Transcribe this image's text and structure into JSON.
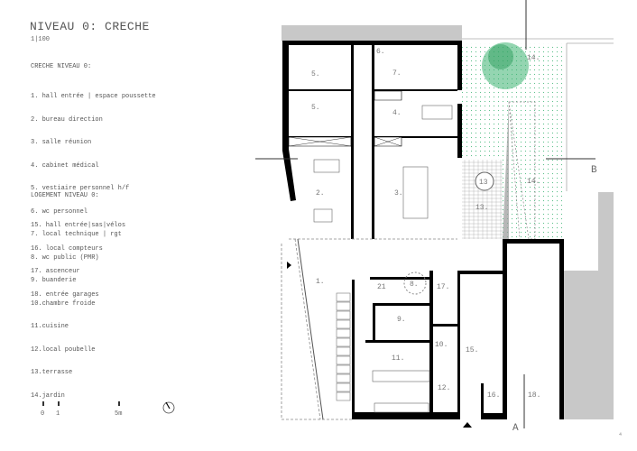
{
  "header": {
    "title": "NIVEAU 0: CRECHE",
    "scale": "1|100"
  },
  "legend": {
    "creche_heading": "CRECHE NIVEAU 0:",
    "creche_items": [
      "1. hall entrée | espace poussette",
      "2. bureau direction",
      "3. salle réunion",
      "4. cabinet médical",
      "5. vestiaire personnel h/f",
      "6. wc personnel",
      "7. local technique | rgt",
      "8. wc public (PMR)",
      "9. buanderie",
      "10.chambre froide",
      "11.cuisine",
      "12.local poubelle",
      "13.terrasse",
      "14.jardin"
    ],
    "logement_heading": "LOGEMENT NIVEAU 0:",
    "logement_items": [
      "15. hall entrée|sas|vélos",
      "16. local compteurs",
      "17. ascenceur",
      "18. entrée garages"
    ]
  },
  "scalebar": {
    "labels": [
      "0",
      "1",
      "5m"
    ]
  },
  "plan": {
    "rooms": {
      "r1": "1.",
      "r2": "2.",
      "r3": "3.",
      "r4": "4.",
      "r5a": "5.",
      "r5b": "5.",
      "r6": "6.",
      "r7": "7.",
      "r8": "8.",
      "r9": "9.",
      "r10": "10.",
      "r11": "11.",
      "r12": "12.",
      "r13a": "13",
      "r13b": "13.",
      "r14a": "14.",
      "r14b": "14.",
      "r15": "15.",
      "r16": "16.",
      "r17": "17.",
      "r18": "18.",
      "r21": "21"
    },
    "section_marks": {
      "a": "A",
      "b": "B"
    },
    "colors": {
      "garden": "#5cc08a",
      "tree": "#3cb371",
      "wall": "#000000",
      "neighbor": "#c8c8c8"
    }
  },
  "footer": {
    "page_number": "4"
  }
}
